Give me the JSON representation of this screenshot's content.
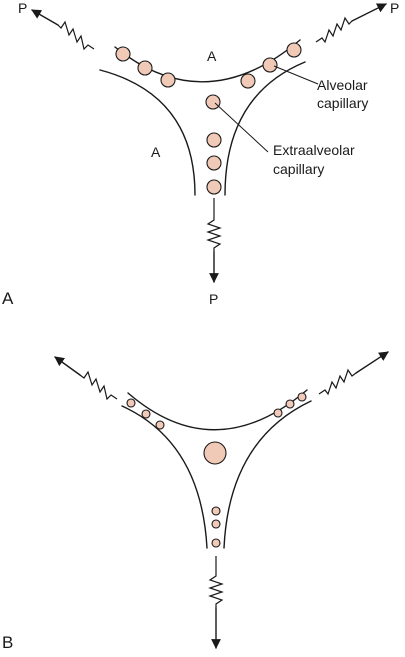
{
  "panel_a": {
    "label": "A",
    "pull_label_left": "P",
    "pull_label_right": "P",
    "pull_label_bottom": "P",
    "alveolus_label_top": "A",
    "alveolus_label_left": "A",
    "callout_alveolar": [
      "Alveolar",
      "capillary"
    ],
    "callout_extraalveolar": [
      "Extraalveolar",
      "capillary"
    ]
  },
  "panel_b": {
    "label": "B"
  },
  "colors": {
    "red_cell_fill": "#f1c9b7",
    "line": "#1a1a1a"
  }
}
